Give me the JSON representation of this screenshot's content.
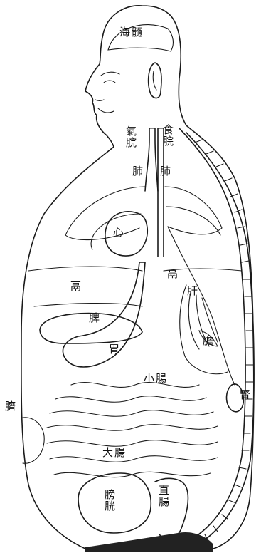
{
  "labels": {
    "brain_sea": "海髓",
    "trachea": "氣脘",
    "esophagus": "食脘",
    "lung_left": "肺",
    "lung_right": "肺",
    "heart": "心",
    "diaphragm_left": "鬲",
    "diaphragm_right": "鬲",
    "spleen": "脾",
    "liver": "肝",
    "stomach": "胃",
    "gallbladder": "膽",
    "small_intestine": "小腸",
    "kidney": "腎",
    "navel": "臍",
    "large_intestine": "大腸",
    "bladder": "膀胱",
    "rectum": "直腸"
  }
}
